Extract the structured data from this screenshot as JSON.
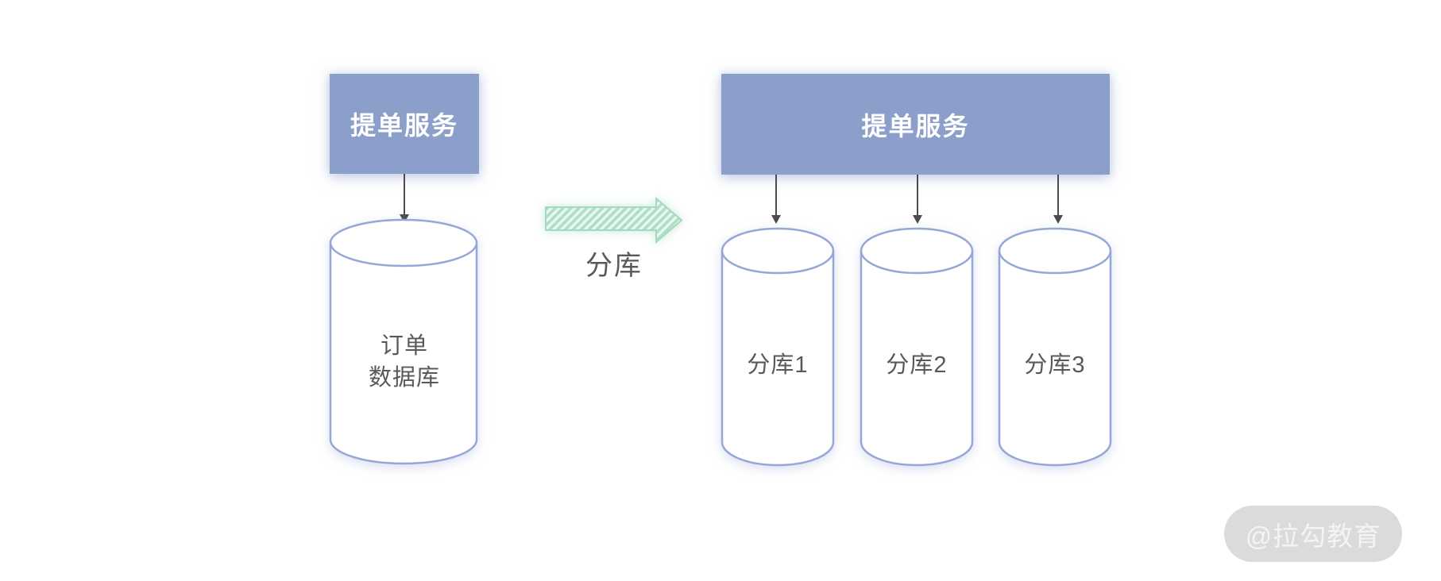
{
  "colors": {
    "service_box": "#8C9FCA",
    "cylinder_stroke": "#96A7D6",
    "connector": "#4A4A4F",
    "text_dark": "#58595B",
    "arrow_green_stripe": "#ACDFC5",
    "arrow_green_light": "#E9F7EF",
    "arrow_green_stroke": "#A5D8BE",
    "watermark_bg": "#DBDBDB",
    "watermark_text": "#F4F4F4"
  },
  "diagram": {
    "before": {
      "service_label": "提单服务",
      "database_label": "订单\n数据库"
    },
    "transition_label": "分库",
    "after": {
      "service_label": "提单服务",
      "shard_labels": [
        "分库1",
        "分库2",
        "分库3"
      ]
    }
  },
  "watermark": {
    "text": "@拉勾教育"
  }
}
